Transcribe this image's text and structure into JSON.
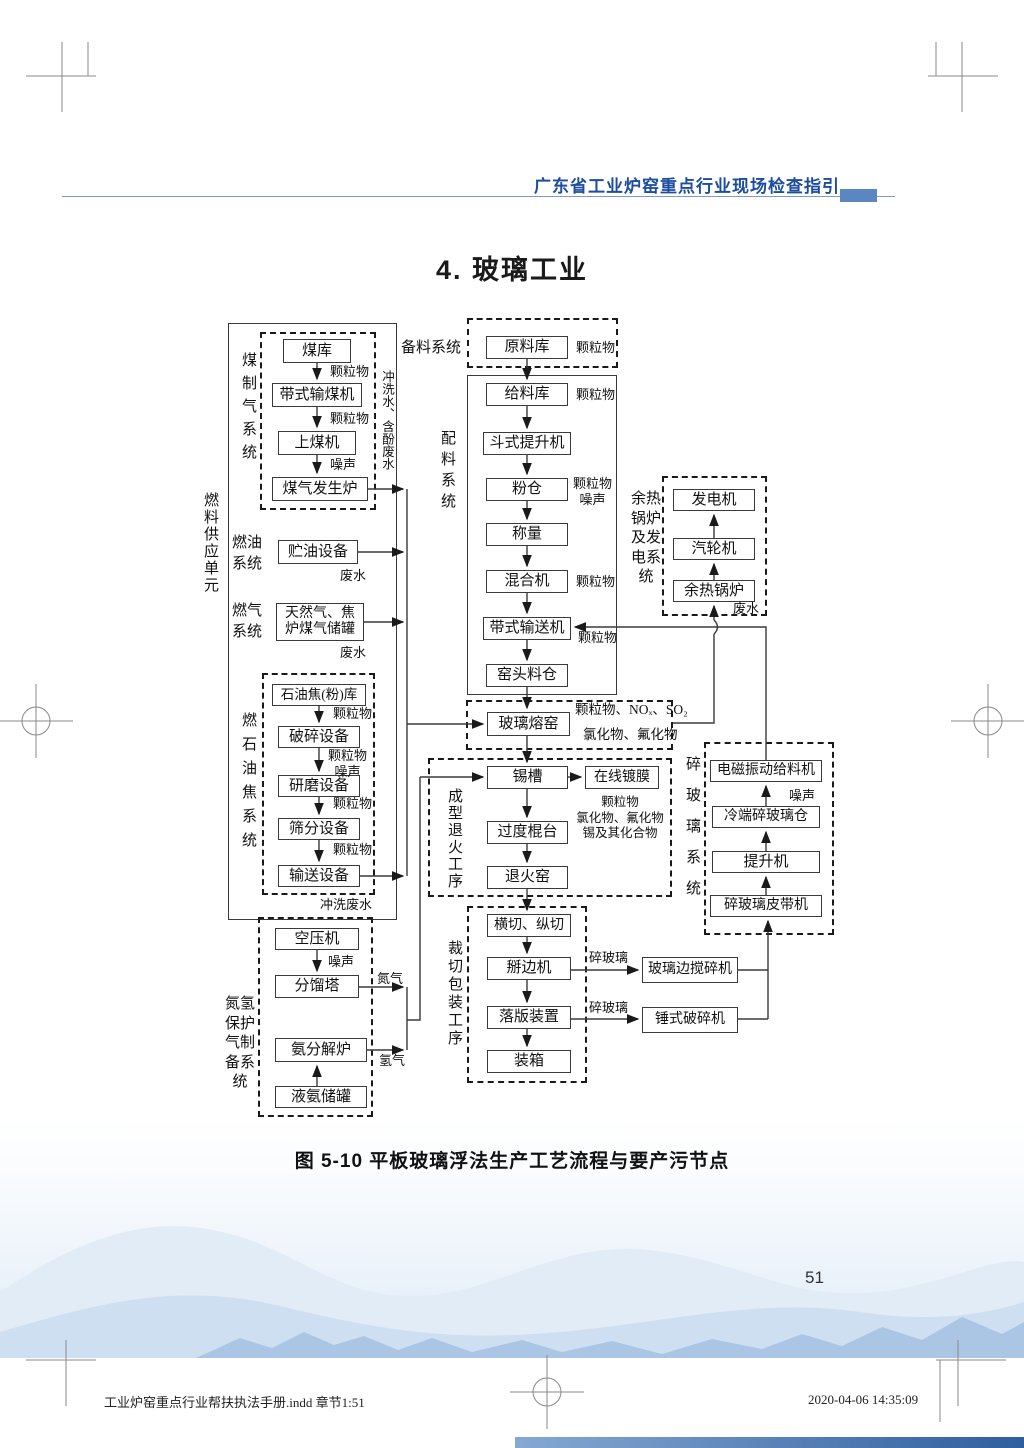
{
  "header": {
    "guide_title": "广东省工业炉窑重点行业现场检查指引"
  },
  "section_title": "4.  玻璃工业",
  "caption": "图 5-10 平板玻璃浮法生产工艺流程与要产污节点",
  "page_number": "51",
  "footer": {
    "left": "工业炉窑重点行业帮扶执法手册.indd   章节1:51",
    "right": "2020-04-06   14:35:09"
  },
  "colors": {
    "header_blue": "#1c4da0",
    "header_rule": "#7b9cc8",
    "accent_bar": "#5b87c0",
    "diagram_line": "#3a3a3a",
    "mountain_light": "#e2ecf7",
    "mountain_mid": "#cfdff2",
    "mountain_dark": "#aac6e4",
    "bottom_bar": "#3a67a6"
  },
  "fc": {
    "groups": {
      "fuel_supply_unit": "燃料供应单元",
      "coal_gas_system": "煤制气系统",
      "fuel_oil_system": "燃油\n系统",
      "fuel_gas_system": "燃气\n系统",
      "petro_coke_system": "燃石油焦系统",
      "nh_protect_system": "氮氢\n保护\n气制\n备系\n统",
      "material_prep_system": "备料系统",
      "batching_system": "配料系统",
      "waste_heat_power_system": "余热\n锅炉\n及发\n电系\n统",
      "forming_annealing_process": "成型退火工序",
      "cullet_system": "碎玻璃系统",
      "cutting_packing_process": "裁切包装工序"
    },
    "boxes": {
      "coal_store": "煤库",
      "coal_belt": "带式输煤机",
      "coal_feeder": "上煤机",
      "gas_producer": "煤气发生炉",
      "oil_storage": "贮油设备",
      "gas_tanks": "天然气、焦炉煤气储罐",
      "petcoke_store": "石油焦(粉)库",
      "crusher": "破碎设备",
      "grinder": "研磨设备",
      "sieving": "筛分设备",
      "transfer": "输送设备",
      "air_compressor": "空压机",
      "fractionating_tower": "分馏塔",
      "ammonia_cracker": "氨分解炉",
      "ammonia_tank": "液氨储罐",
      "raw_material_store": "原料库",
      "feeding_store": "给料库",
      "bucket_elevator": "斗式提升机",
      "powder_silo": "粉仓",
      "weighing": "称量",
      "mixer": "混合机",
      "belt_conveyor": "带式输送机",
      "kiln_head_silo": "窑头料仓",
      "glass_melter": "玻璃熔窑",
      "generator": "发电机",
      "steam_turbine": "汽轮机",
      "waste_heat_boiler": "余热锅炉",
      "tin_bath": "锡槽",
      "online_coating": "在线镀膜",
      "transition_rollers": "过度棍台",
      "annealing_lehr": "退火窑",
      "vibrating_feeder": "电磁振动给料机",
      "cold_cullet_silo": "冷端碎玻璃仓",
      "elevator": "提升机",
      "cullet_belt": "碎玻璃皮带机",
      "cross_cut": "横切、纵切",
      "edge_snapper": "掰边机",
      "plate_drop": "落版装置",
      "boxing": "装箱",
      "edge_crusher": "玻璃边搅碎机",
      "hammer_crusher": "锤式破碎机"
    },
    "em": {
      "particulate": "颗粒物",
      "noise": "噪声",
      "flush_phenol_wastewater": "冲洗水、含酚废水",
      "wastewater": "废水",
      "particulate_noise": "颗粒物\n噪声",
      "flush_wastewater": "冲洗废水",
      "nitrogen": "氮气",
      "hydrogen": "氢气",
      "melter_gas1": "颗粒物、NOₓ、SO₂",
      "melter_gas2": "氯化物、氟化物",
      "coating_gas": "颗粒物\n氯化物、氟化物\n锡及其化合物",
      "cullet": "碎玻璃"
    }
  }
}
